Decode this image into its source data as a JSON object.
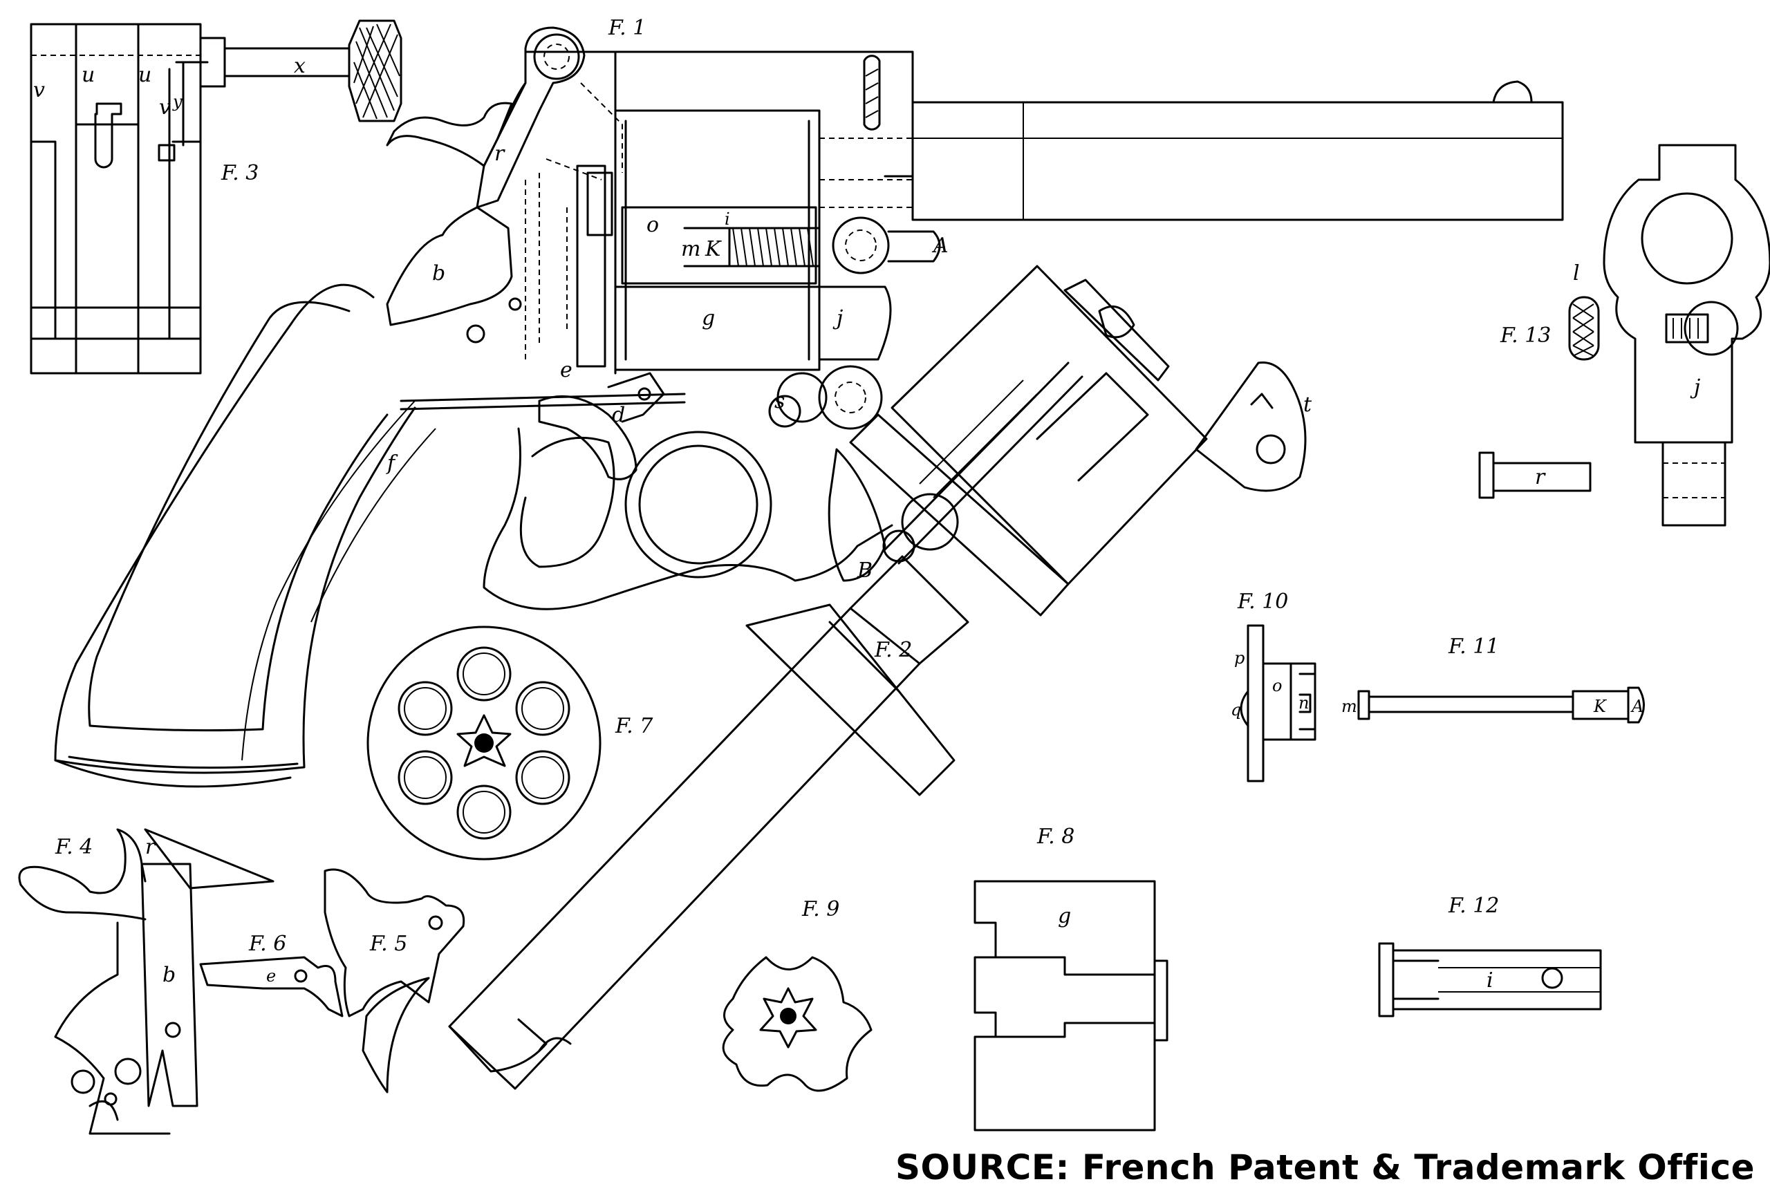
{
  "figures": {
    "f1": "F. 1",
    "f2": "F. 2",
    "f3": "F. 3",
    "f4": "F. 4",
    "f5": "F. 5",
    "f6": "F. 6",
    "f7": "F. 7",
    "f8": "F. 8",
    "f9": "F. 9",
    "f10": "F. 10",
    "f11": "F. 11",
    "f12": "F. 12",
    "f13": "F. 13"
  },
  "part_labels": {
    "b": "b",
    "d": "d",
    "e": "e",
    "f": "f",
    "g": "g",
    "i": "i",
    "j": "j",
    "k": "K",
    "A": "A",
    "B": "B",
    "l": "l",
    "m": "m",
    "n": "n",
    "o": "o",
    "p": "p",
    "q": "q",
    "r": "r",
    "t": "t",
    "u": "u",
    "v": "v",
    "x": "x",
    "y": "y",
    "s": "s"
  },
  "source": "SOURCE: French Patent & Trademark Office"
}
